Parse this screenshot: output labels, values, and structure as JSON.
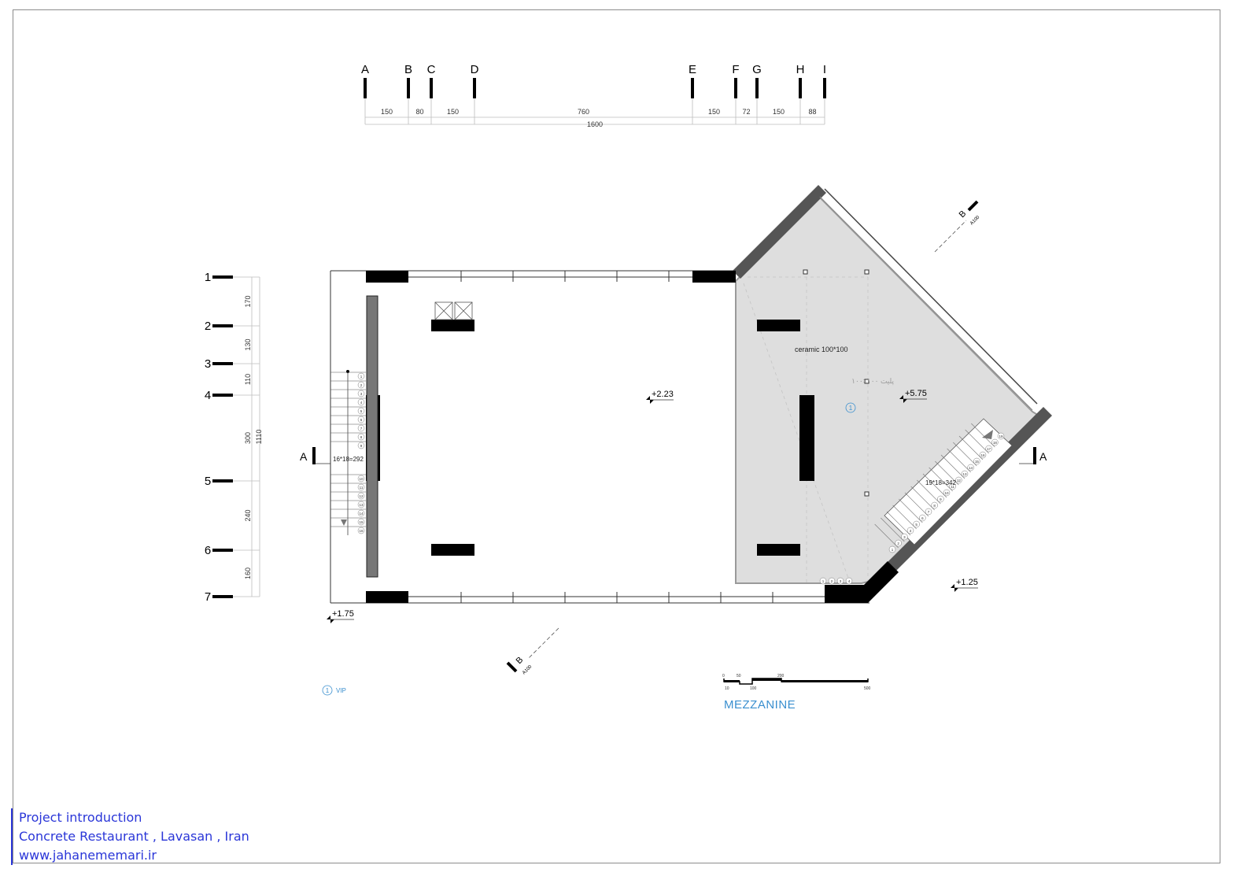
{
  "colors": {
    "wall": "#000000",
    "mezzanine_fill": "#dedede",
    "roof_edge": "#555555",
    "title": "#3a8fcf",
    "credit": "#2a36d8",
    "grid_line": "#bdbdbd"
  },
  "title": "MEZZANINE",
  "grid_columns": {
    "labels": [
      "A",
      "B",
      "C",
      "D",
      "E",
      "F",
      "G",
      "H",
      "I"
    ],
    "spacings": [
      "150",
      "80",
      "150",
      "760",
      "150",
      "72",
      "150",
      "88"
    ],
    "total": "1600"
  },
  "grid_rows": {
    "labels": [
      "1",
      "2",
      "3",
      "4",
      "5",
      "6",
      "7"
    ],
    "spacings": [
      "170",
      "130",
      "110",
      "300",
      "240",
      "160"
    ],
    "total": "1110"
  },
  "levels": [
    "+2.23",
    "+5.75",
    "+1.75",
    "+1.25"
  ],
  "material_note": "ceramic 100*100",
  "stair_notes": [
    "16*18=292",
    "19*18=342"
  ],
  "stair_numbers_left": [
    "1",
    "2",
    "3",
    "4",
    "5",
    "6",
    "7",
    "8",
    "9",
    "10",
    "11",
    "12",
    "13",
    "14",
    "15",
    "16"
  ],
  "stair_numbers_right": [
    "1",
    "2",
    "3",
    "4",
    "5",
    "6",
    "7",
    "8",
    "9",
    "10",
    "11",
    "12",
    "13",
    "14",
    "15",
    "16",
    "17",
    "18",
    "19"
  ],
  "landing_numbers": [
    "1",
    "2",
    "3",
    "4"
  ],
  "section_marks": {
    "A_left": "A",
    "A_right": "A",
    "B_top": "B",
    "B_bottom": "B",
    "B_ref": "A100"
  },
  "legend": {
    "number": "1",
    "label": "VIP"
  },
  "room_tag": "1",
  "persian_note": "پلیت ۱۰۰×۱۰۰",
  "scale_bar": {
    "values": [
      "0",
      "50",
      "100",
      "200",
      "500"
    ],
    "bottom_values": [
      "10",
      "100"
    ]
  },
  "credits": {
    "line1": "Project introduction",
    "line2": "Concrete Restaurant , Lavasan , Iran",
    "line3": "www.jahanememari.ir"
  }
}
